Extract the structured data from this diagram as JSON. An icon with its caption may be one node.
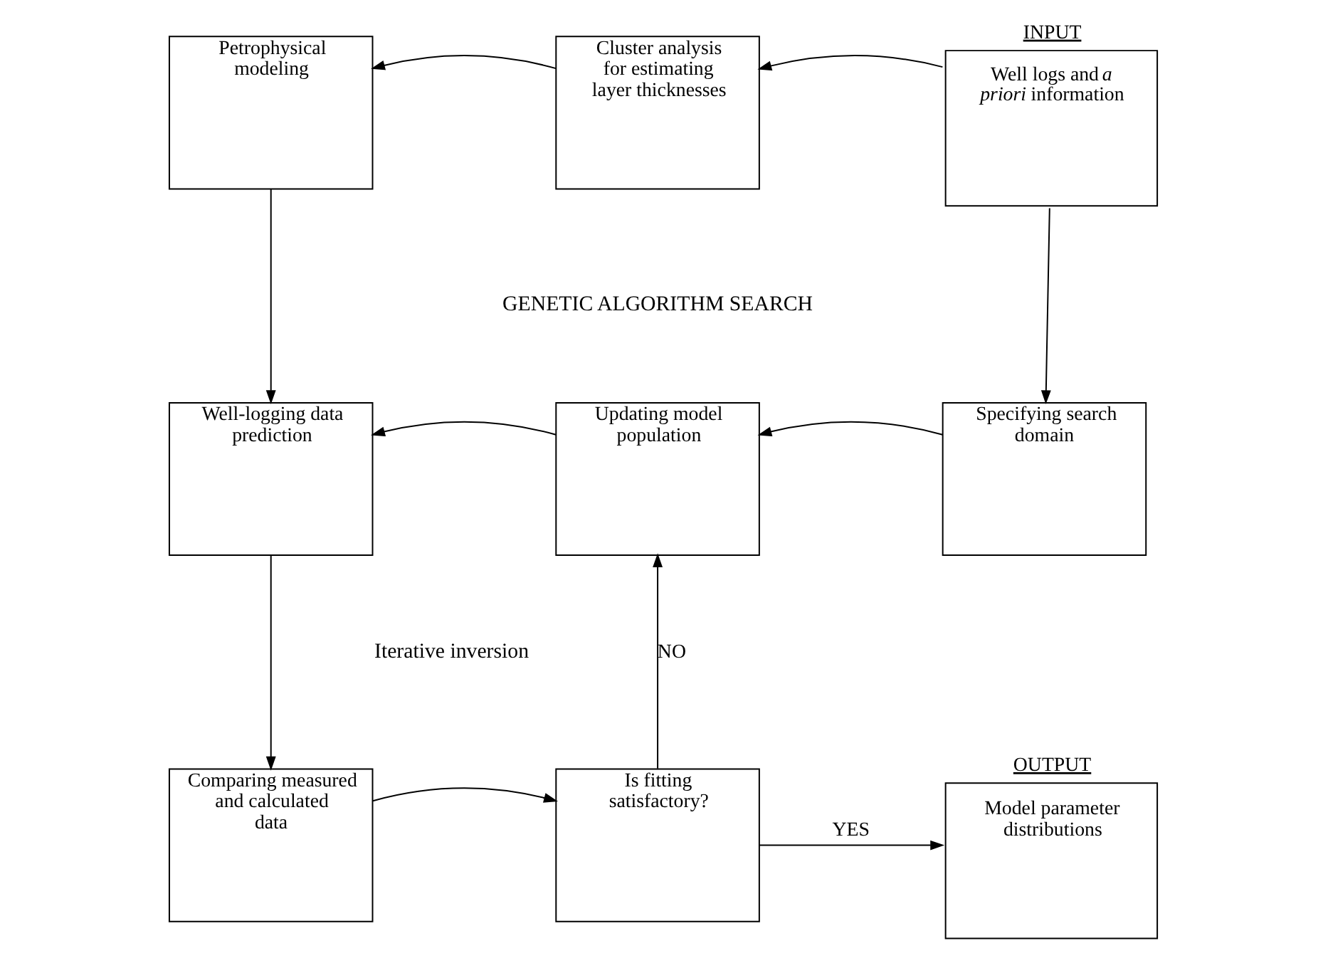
{
  "diagram": {
    "nodes": [
      {
        "text": [
          "Petrophysical modeling"
        ]
      },
      {
        "text": [
          "Cluster analysis for estimating layer thicknesses"
        ]
      },
      {
        "text": [
          "Well logs and *a priori* information"
        ],
        "beside": [
          "INPUT"
        ]
      },
      {
        "text": [
          "Well-logging data prediction"
        ]
      },
      {
        "text": [
          "Updating model population"
        ]
      },
      {
        "text": [
          "Specifying search domain"
        ]
      },
      {
        "text": [
          "Comparing measured and calculated data"
        ]
      },
      {
        "text": [
          "Is fitting satisfactory?"
        ]
      },
      {
        "text": [
          "Model parameter distributions"
        ],
        "beside": [
          "OUTPUT"
        ]
      }
    ],
    "edges": [
      {
        "from": 2,
        "to": 1,
        "arrow": "to"
      },
      {
        "from": 1,
        "to": 0,
        "arrow": "to"
      },
      {
        "from": 0,
        "to": 3,
        "arrow": "to"
      },
      {
        "from": 2,
        "to": 5,
        "arrow": "to"
      },
      {
        "from": 5,
        "to": 4,
        "arrow": "to"
      },
      {
        "from": 4,
        "to": 3,
        "arrow": "to"
      },
      {
        "from": 3,
        "to": 6,
        "arrow": "to"
      },
      {
        "from": 6,
        "to": 7,
        "arrow": "to"
      },
      {
        "from": 7,
        "to": 4,
        "label": "NO",
        "arrow": "to"
      },
      {
        "from": 7,
        "to": 8,
        "label": "YES",
        "arrow": "to"
      }
    ],
    "labels": [
      "GENETIC ALGORITHM SEARCH",
      "Iterative inversion"
    ]
  }
}
